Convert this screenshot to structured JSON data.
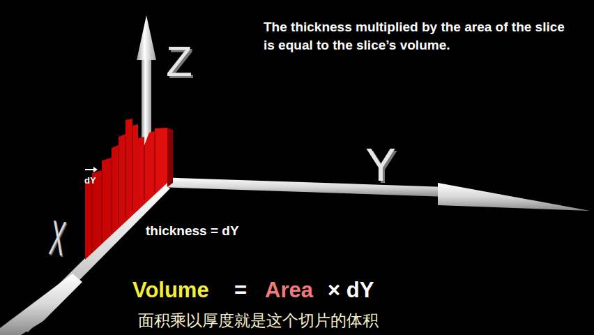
{
  "diagram": {
    "labels": [
      "The thickness multiplied by the area of the slice is equal to the slice’s volume.",
      "Z",
      "Y",
      "X",
      "dY",
      "thickness = dY",
      "Volume",
      "=",
      "Area",
      "× dY",
      "面积乘以厚度就是这个切片的体积"
    ]
  }
}
